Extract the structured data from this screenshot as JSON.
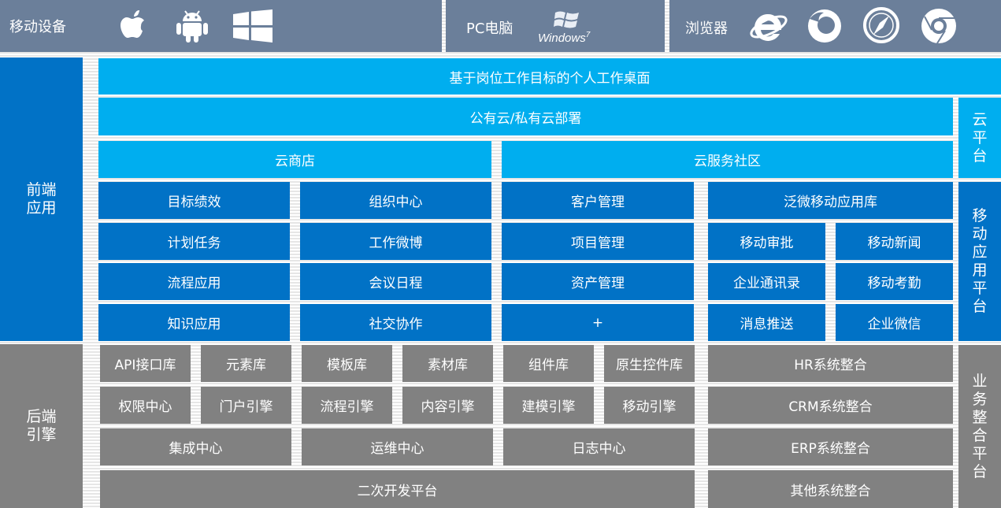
{
  "top_bar": {
    "mobile": {
      "label": "移动设备",
      "icons": [
        "apple-icon",
        "android-icon",
        "windows-icon"
      ]
    },
    "pc": {
      "label": "PC电脑",
      "win_text": "Windows",
      "win_version": "7"
    },
    "browser": {
      "label": "浏览器",
      "icons": [
        "ie-icon",
        "firefox-icon",
        "safari-icon",
        "chrome-icon"
      ]
    }
  },
  "side": {
    "frontend": [
      "前端",
      "应用"
    ],
    "backend": [
      "后端",
      "引擎"
    ]
  },
  "right": {
    "cloud_platform": [
      "云",
      "平",
      "台"
    ],
    "mobile_platform": [
      "移",
      "动",
      "应",
      "用",
      "平",
      "台"
    ],
    "business_platform": [
      "业",
      "务",
      "整",
      "合",
      "平",
      "台"
    ]
  },
  "front": {
    "desktop": "基于岗位工作目标的个人工作桌面",
    "cloud_deploy": "公有云/私有云部署",
    "cloud_store": "云商店",
    "cloud_community": "云服务社区",
    "col1": [
      "目标绩效",
      "计划任务",
      "流程应用",
      "知识应用"
    ],
    "col2": [
      "组织中心",
      "工作微博",
      "会议日程",
      "社交协作"
    ],
    "col3": [
      "客户管理",
      "项目管理",
      "资产管理",
      "+"
    ],
    "mobile_lib": "泛微移动应用库",
    "mobile_col1": [
      "移动审批",
      "企业通讯录",
      "消息推送"
    ],
    "mobile_col2": [
      "移动新闻",
      "移动考勤",
      "企业微信"
    ]
  },
  "back": {
    "row1": [
      "API接口库",
      "元素库",
      "模板库",
      "素材库",
      "组件库",
      "原生控件库"
    ],
    "row2": [
      "权限中心",
      "门户引擎",
      "流程引擎",
      "内容引擎",
      "建模引擎",
      "移动引擎"
    ],
    "row3": [
      "集成中心",
      "运维中心",
      "日志中心"
    ],
    "dev_platform": "二次开发平台",
    "integrations": [
      "HR系统整合",
      "CRM系统整合",
      "ERP系统整合",
      "其他系统整合"
    ]
  },
  "colors": {
    "light_blue": "#00aeef",
    "mid_blue": "#0172c6",
    "gray": "#818181",
    "top_bar": "#6b7f9a"
  }
}
